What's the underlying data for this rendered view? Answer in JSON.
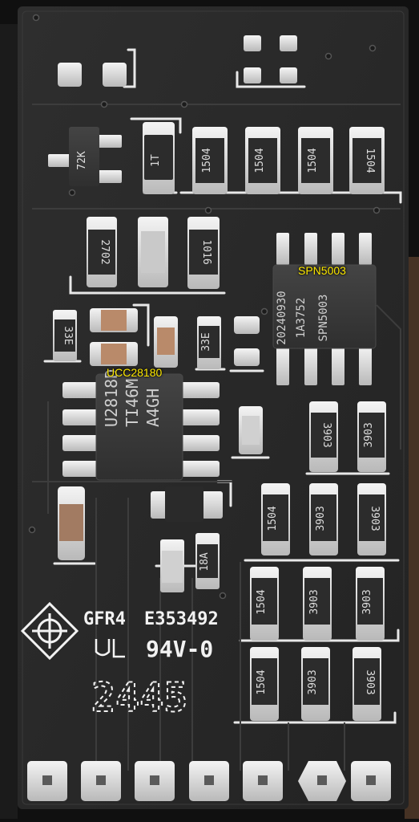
{
  "board": {
    "main_ic_label": "UCC28180",
    "secondary_ic_label": "SPN5003",
    "main_ic_marking": [
      "U2818D",
      "TI46M",
      "A4GH"
    ],
    "secondary_ic_marking": [
      "20240930",
      "1A3752",
      "SPN5003"
    ],
    "silkscreen": {
      "fr4": "GFR4",
      "ul_file": "E353492",
      "flammability": "94V-0",
      "date_code": "2445"
    },
    "resistor_codes": {
      "r72k": "72K",
      "r1504": "1504",
      "r2702": "2702",
      "r1016": "1016",
      "r3903": "3903",
      "r33e": "33E",
      "r18a": "18A",
      "r1t": "1T"
    },
    "colors": {
      "pcb": "#2a2a2a",
      "silkscreen": "#f2f2f2",
      "label": "#ffea00",
      "solder": "#d8d8d8",
      "ic_body": "#3a3a3a"
    }
  }
}
